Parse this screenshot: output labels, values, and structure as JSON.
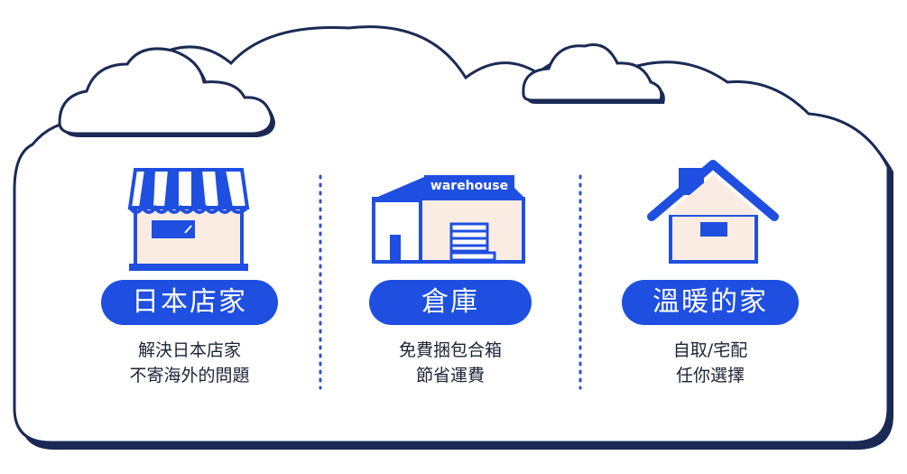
{
  "colors": {
    "navy": "#1a2a55",
    "blue": "#1f4fe0",
    "cream": "#fbece3",
    "dots": "#2a4fd8",
    "text": "#1b2336"
  },
  "cards": [
    {
      "icon": "storefront-icon",
      "title": "日本店家",
      "lines": [
        "解決日本店家",
        "不寄海外的問題"
      ]
    },
    {
      "icon": "warehouse-icon",
      "sign": "warehouse",
      "title": "倉庫",
      "lines": [
        "免費捆包合箱",
        "節省運費"
      ]
    },
    {
      "icon": "house-icon",
      "title": "溫暖的家",
      "lines": [
        "自取/宅配",
        "任你選擇"
      ]
    }
  ]
}
